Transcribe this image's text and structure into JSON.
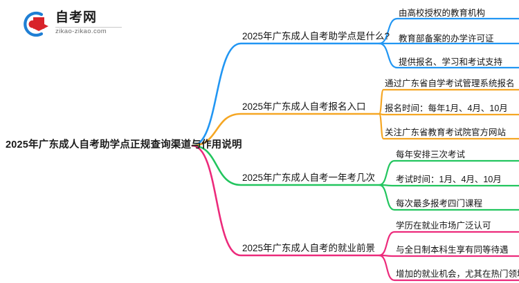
{
  "logo": {
    "brand_name": "自考网",
    "url": "zikao-zikao.com",
    "mark_icon": "book-cap-logo-icon",
    "arc_color": "#1f7fd4",
    "book_color": "#d8232a"
  },
  "mindmap": {
    "root": {
      "label": "2025年广东成人自考助学点正规查询渠道与作用说明"
    },
    "branches": [
      {
        "label": "2025年广东成人自考助学点是什么?",
        "color": "#2196F3",
        "children": [
          {
            "label": "由高校授权的教育机构"
          },
          {
            "label": "教育部备案的办学许可证"
          },
          {
            "label": "提供报名、学习和考试支持"
          }
        ]
      },
      {
        "label": "2025年广东成人自考报名入口",
        "color": "#F5A623",
        "children": [
          {
            "label": "通过广东省自学考试管理系统报名"
          },
          {
            "label": "报名时间：每年1月、4月、10月"
          },
          {
            "label": "关注广东省教育考试院官方网站"
          }
        ]
      },
      {
        "label": "2025年广东成人自考一年考几次",
        "color": "#22C55E",
        "children": [
          {
            "label": "每年安排三次考试"
          },
          {
            "label": "考试时间：1月、4月、10月"
          },
          {
            "label": "每次最多报考四门课程"
          }
        ]
      },
      {
        "label": "2025年广东成人自考的就业前景",
        "color": "#EC2A7B",
        "children": [
          {
            "label": "学历在就业市场广泛认可"
          },
          {
            "label": "与全日制本科生享有同等待遇"
          },
          {
            "label": "增加的就业机会，尤其在热门领域"
          }
        ]
      }
    ]
  }
}
